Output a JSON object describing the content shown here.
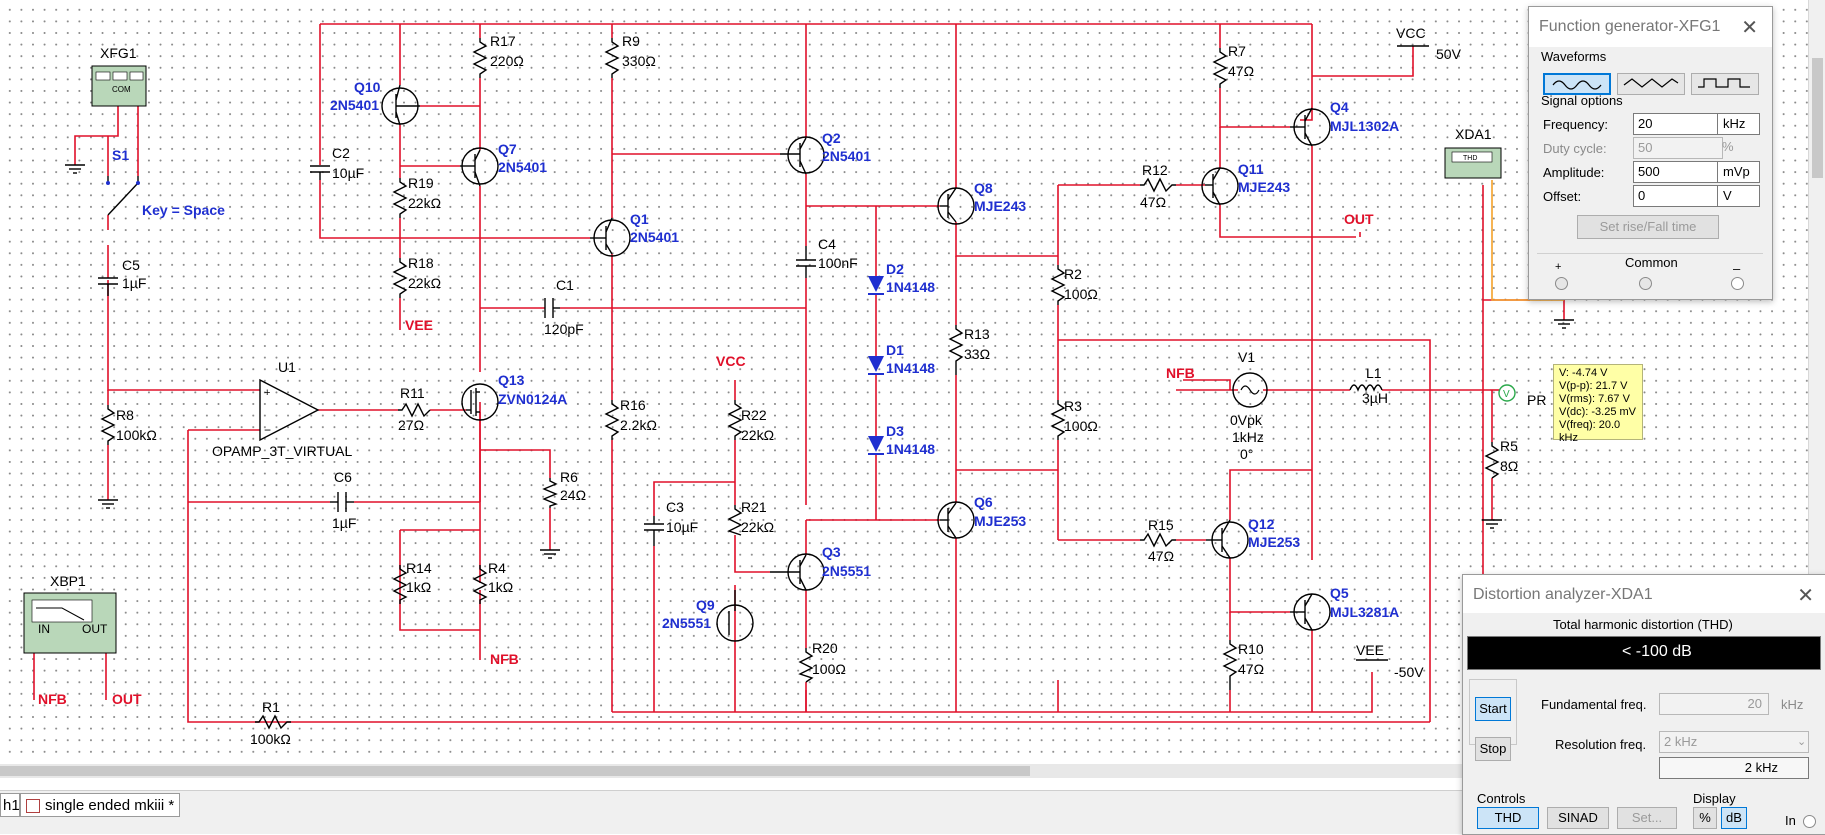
{
  "schematic": {
    "instruments": {
      "xfg1_name": "XFG1",
      "xfg1_com": "COM",
      "xda1_name": "XDA1",
      "xda1_thd": "THD",
      "xbp1_name": "XBP1",
      "xbp1_in": "IN",
      "xbp1_out": "OUT"
    },
    "switch": {
      "ref": "S1",
      "key": "Key = Space"
    },
    "power": {
      "vcc_top": "VCC",
      "vcc_value": "50V",
      "vee_bottom": "VEE",
      "vee_value": "-50V",
      "vcc_small": "VCC",
      "vee_small": "VEE"
    },
    "nets": {
      "out": "OUT",
      "nfb_left": "NFB",
      "nfb_mid": "NFB",
      "nfb_bottom": "NFB",
      "out_bottom": "OUT",
      "probe_ref": "PR"
    },
    "opamp": {
      "ref": "U1",
      "model": "OPAMP_3T_VIRTUAL"
    },
    "source": {
      "ref": "V1",
      "line1": "0Vpk",
      "line2": "1kHz",
      "line3": "0°"
    },
    "inductor": {
      "ref": "L1",
      "value": "3µH"
    },
    "capacitors": [
      {
        "ref": "C2",
        "value": "10µF"
      },
      {
        "ref": "C5",
        "value": "1µF"
      },
      {
        "ref": "C1",
        "value": "120pF"
      },
      {
        "ref": "C4",
        "value": "100nF"
      },
      {
        "ref": "C6",
        "value": "1µF"
      },
      {
        "ref": "C3",
        "value": "10µF"
      }
    ],
    "resistors": [
      {
        "ref": "R17",
        "value": "220Ω"
      },
      {
        "ref": "R9",
        "value": "330Ω"
      },
      {
        "ref": "R19",
        "value": "22kΩ"
      },
      {
        "ref": "R18",
        "value": "22kΩ"
      },
      {
        "ref": "R8",
        "value": "100kΩ"
      },
      {
        "ref": "R11",
        "value": "27Ω"
      },
      {
        "ref": "R6",
        "value": "24Ω"
      },
      {
        "ref": "R14",
        "value": "1kΩ"
      },
      {
        "ref": "R4",
        "value": "1kΩ"
      },
      {
        "ref": "R1",
        "value": "100kΩ"
      },
      {
        "ref": "R16",
        "value": "2.2kΩ"
      },
      {
        "ref": "R22",
        "value": "22kΩ"
      },
      {
        "ref": "R21",
        "value": "22kΩ"
      },
      {
        "ref": "R20",
        "value": "100Ω"
      },
      {
        "ref": "R13",
        "value": "33Ω"
      },
      {
        "ref": "R2",
        "value": "100Ω"
      },
      {
        "ref": "R3",
        "value": "100Ω"
      },
      {
        "ref": "R12",
        "value": "47Ω"
      },
      {
        "ref": "R7",
        "value": "47Ω"
      },
      {
        "ref": "R15",
        "value": "47Ω"
      },
      {
        "ref": "R10",
        "value": "47Ω"
      },
      {
        "ref": "R5",
        "value": "8Ω"
      }
    ],
    "transistors": [
      {
        "ref": "Q10",
        "model": "2N5401"
      },
      {
        "ref": "Q7",
        "model": "2N5401"
      },
      {
        "ref": "Q1",
        "model": "2N5401"
      },
      {
        "ref": "Q2",
        "model": "2N5401"
      },
      {
        "ref": "Q13",
        "model": "ZVN0124A"
      },
      {
        "ref": "Q3",
        "model": "2N5551"
      },
      {
        "ref": "Q9",
        "model": "2N5551"
      },
      {
        "ref": "Q8",
        "model": "MJE243"
      },
      {
        "ref": "Q6",
        "model": "MJE253"
      },
      {
        "ref": "Q11",
        "model": "MJE243"
      },
      {
        "ref": "Q12",
        "model": "MJE253"
      },
      {
        "ref": "Q4",
        "model": "MJL1302A"
      },
      {
        "ref": "Q5",
        "model": "MJL3281A"
      }
    ],
    "diodes": [
      {
        "ref": "D2",
        "model": "1N4148"
      },
      {
        "ref": "D1",
        "model": "1N4148"
      },
      {
        "ref": "D3",
        "model": "1N4148"
      }
    ],
    "probe": {
      "vp": "V: -4.74 V",
      "vpp": "V(p-p): 21.7 V",
      "vrms": "V(rms): 7.67 V",
      "vdc": "V(dc): -3.25 mV",
      "vfreq": "V(freq): 20.0 kHz"
    }
  },
  "tabs": [
    {
      "label": "h1"
    },
    {
      "label": "single ended mkiii *"
    }
  ],
  "function_generator": {
    "title": "Function generator-XFG1",
    "waveforms_label": "Waveforms",
    "selected_waveform": "sine",
    "waveform_icons": [
      "sine-wave-icon",
      "triangle-wave-icon",
      "square-wave-icon"
    ],
    "signal_options_label": "Signal options",
    "frequency": {
      "label": "Frequency:",
      "value": "20",
      "unit": "kHz"
    },
    "duty_cycle": {
      "label": "Duty cycle:",
      "value": "50",
      "unit": "%"
    },
    "amplitude": {
      "label": "Amplitude:",
      "value": "500",
      "unit": "mVp"
    },
    "offset": {
      "label": "Offset:",
      "value": "0",
      "unit": "V"
    },
    "rise_fall_button": "Set rise/Fall time",
    "plus_label": "+",
    "common_label": "Common",
    "minus_label": "–"
  },
  "distortion_analyzer": {
    "title": "Distortion analyzer-XDA1",
    "thd_label": "Total harmonic distortion (THD)",
    "thd_value": "< -100 dB",
    "start_button": "Start",
    "stop_button": "Stop",
    "fundamental": {
      "label": "Fundamental freq.",
      "value": "20",
      "unit": "kHz"
    },
    "resolution": {
      "label": "Resolution freq.",
      "value": "2 kHz",
      "sub_value": "2 kHz"
    },
    "controls_label": "Controls",
    "thd_button": "THD",
    "sinad_button": "SINAD",
    "set_button": "Set...",
    "display_label": "Display",
    "percent_button": "%",
    "db_button": "dB",
    "in_label": "In"
  },
  "colors": {
    "wire": "#e0102a",
    "component_label": "#1f2fd0",
    "window_title": "#777777"
  }
}
